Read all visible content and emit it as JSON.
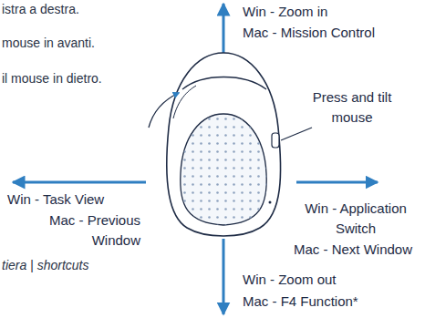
{
  "diagram": {
    "labels": [
      "istra a destra.",
      "mouse in avanti.",
      "il mouse in dietro.",
      "tiera | shortcuts",
      "Win - Zoom in",
      "Mac - Mission Control",
      "Press and tilt mouse",
      "Win - Task View",
      "Mac - Previous Window",
      "Win - Application Switch",
      "Mac - Next Window",
      "Win - Zoom out",
      "Mac - F4 Function*"
    ]
  }
}
